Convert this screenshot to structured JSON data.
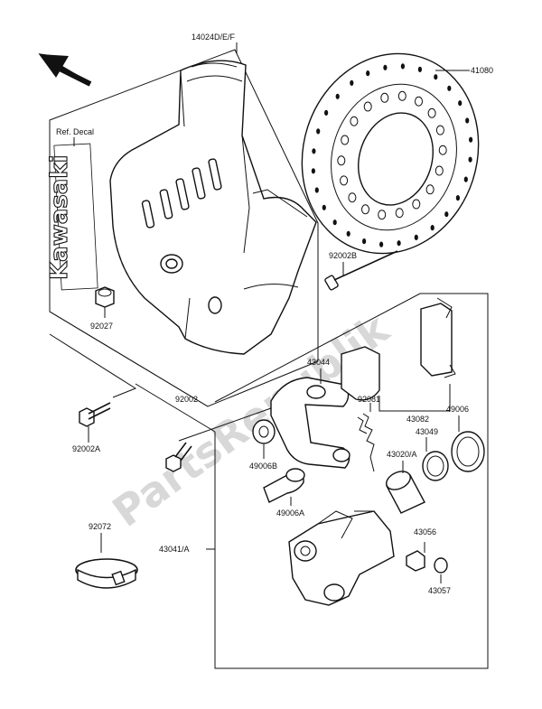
{
  "watermark": "PartsRepublik",
  "decal": {
    "ref_label": "Ref. Decal",
    "logo_text": "Kawasaki"
  },
  "labels": {
    "cover": "14024D/E/F",
    "disc": "41080",
    "bolt_disc": "92002B",
    "collar": "92027",
    "bracket": "43044",
    "pads": "43082",
    "pad_spring": "92081",
    "seal_outer": "49006",
    "seal_inner": "43049",
    "piston": "43020/A",
    "boot": "49006B",
    "pin": "49006A",
    "bolt_caliper": "92002",
    "bolt_fork": "92002A",
    "band": "92072",
    "caliper_assy": "43041/A",
    "bleeder": "43056",
    "cap": "43057"
  }
}
